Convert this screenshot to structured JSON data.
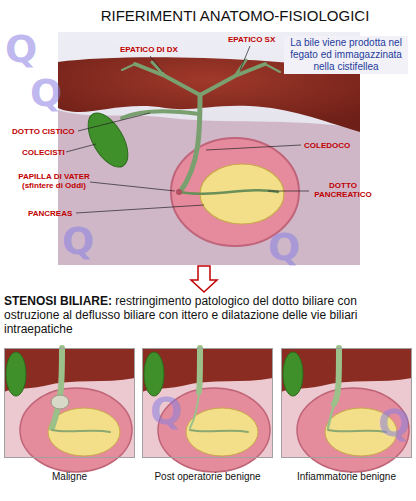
{
  "diagram": {
    "title": "RIFERIMENTI ANATOMO-FISIOLOGICI",
    "nodes": [
      {
        "text": [
          "Maligne"
        ]
      },
      {
        "text": [
          "Post operatorie benigne"
        ]
      },
      {
        "text": [
          "Infiammatorie benigne"
        ]
      }
    ],
    "labels": [
      "La bile viene prodotta nel fegato ed immagazzinata nella cistifellea",
      "EPATICO DI DX",
      "EPATICO SX",
      "DOTTO CISTICO",
      "COLECISTI",
      "COLEDOCO",
      "PAPILLA DI VATER (sfintere di Oddi)",
      "DOTTO PANCREATICO",
      "PANCREAS",
      "STENOSI BILIARE:",
      "restringimento patologico del dotto biliare con ostruzione al deflusso biliare con ittero e dilatazione delle vie biliari intraepatiche",
      "Q",
      "Q",
      "Q",
      "Q",
      "Q",
      "Q"
    ]
  }
}
